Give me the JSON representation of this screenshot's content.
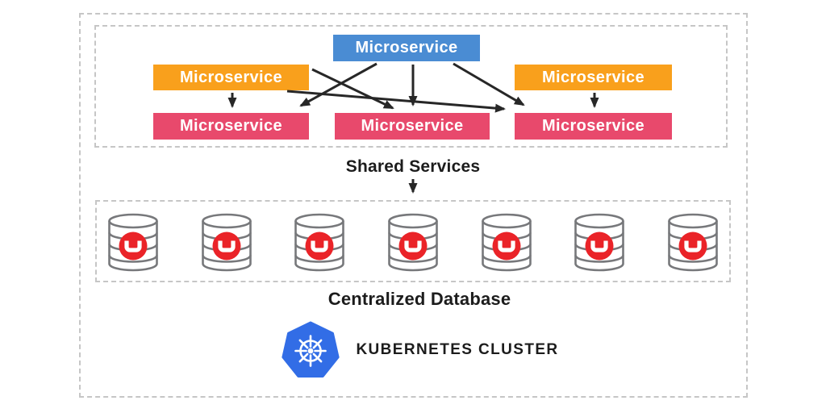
{
  "colors": {
    "gateway_blue": "#4A8CD3",
    "service_orange": "#F9A01C",
    "service_pink": "#E8496C",
    "couchbase_red": "#EA2328",
    "kubernetes_blue": "#326DE6",
    "database_gray": "#77787B",
    "arrow_black": "#272727",
    "border_gray": "#C6C6C6"
  },
  "cluster": {
    "services": {
      "top_blue": {
        "label": "Microservice"
      },
      "left_orange": {
        "label": "Microservice"
      },
      "right_orange": {
        "label": "Microservice"
      },
      "bottom_left_pink": {
        "label": "Microservice"
      },
      "bottom_center_pink": {
        "label": "Microservice"
      },
      "bottom_right_pink": {
        "label": "Microservice"
      }
    },
    "shared_services_label": "Shared Services",
    "database": {
      "label": "Centralized Database",
      "node_count": 7,
      "node_icon": "couchbase-database-icon"
    },
    "kubernetes": {
      "label": "KUBERNETES CLUSTER",
      "icon": "kubernetes-logo"
    }
  }
}
